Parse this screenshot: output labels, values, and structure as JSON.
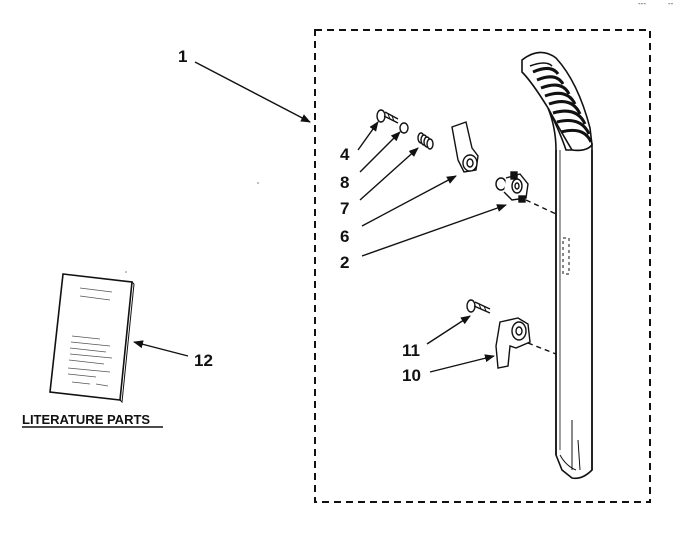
{
  "corner_marks": [
    "---",
    "--"
  ],
  "callouts": {
    "c1": "1",
    "c4": "4",
    "c8": "8",
    "c7": "7",
    "c6": "6",
    "c2": "2",
    "c11": "11",
    "c10": "10",
    "c12": "12"
  },
  "literature": {
    "title": "LITERATURE PARTS"
  },
  "colors": {
    "ink": "#111111",
    "paper": "#ffffff"
  }
}
